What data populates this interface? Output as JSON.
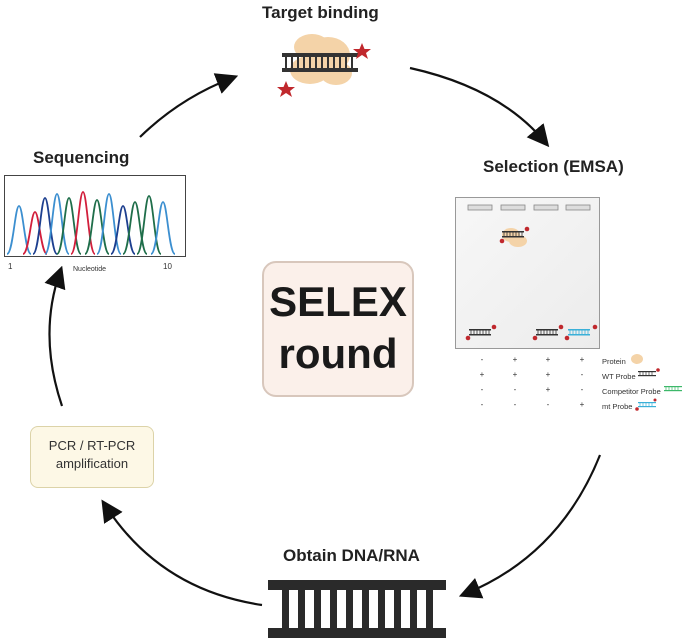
{
  "steps": {
    "target_binding": "Target binding",
    "selection": "Selection (EMSA)",
    "obtain": "Obtain DNA/RNA",
    "pcr_line1": "PCR / RT-PCR",
    "pcr_line2": "amplification",
    "sequencing": "Sequencing"
  },
  "center": {
    "line1": "SELEX",
    "line2": "round"
  },
  "chromatogram": {
    "tick_start": "1",
    "tick_end": "10",
    "axis_label": "Nucleotide"
  },
  "emsa": {
    "rows": [
      {
        "label": "Protein",
        "values": [
          "-",
          "+",
          "+",
          "+"
        ]
      },
      {
        "label": "WT Probe",
        "values": [
          "+",
          "+",
          "+",
          "-"
        ]
      },
      {
        "label": "Competitor Probe",
        "values": [
          "-",
          "-",
          "+",
          "-"
        ]
      },
      {
        "label": "mt Probe",
        "values": [
          "-",
          "-",
          "-",
          "+"
        ]
      }
    ]
  },
  "colors": {
    "star": "#c0282d",
    "protein": "#f4d3a8",
    "dna": "#333333",
    "competitor": "#3db86a",
    "mutant": "#3ab0d8",
    "peak_blue": "#3c8fd0",
    "peak_red": "#d21f3c",
    "peak_green": "#1f6e4a",
    "peak_navy": "#1d3f8f"
  }
}
